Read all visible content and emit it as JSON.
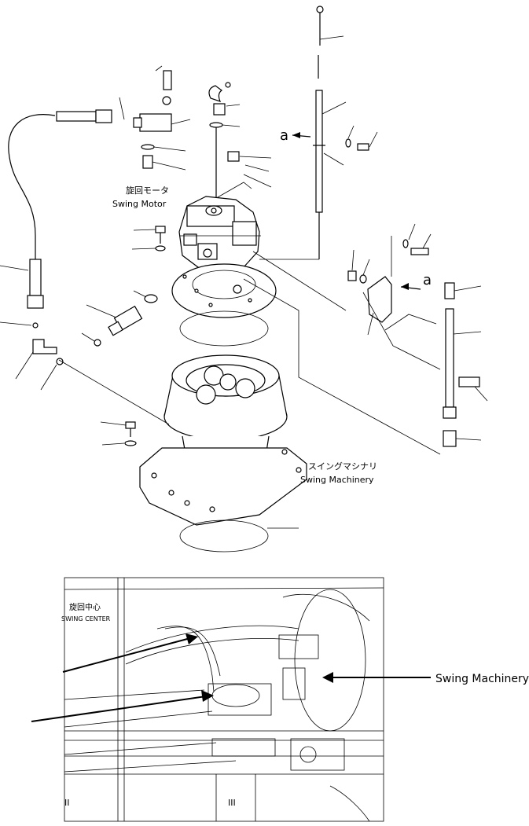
{
  "labels": {
    "swing_motor_jp": "旋回モータ",
    "swing_motor_en": "Swing Motor",
    "swing_machinery_jp": "スイングマシナリ",
    "swing_machinery_en": "Swing Machinery",
    "callout_swing_machinery": "Swing Machinery",
    "section_marker_1": "a",
    "section_marker_2": "a",
    "swing_center_jp": "旋回中心",
    "swing_center_en": "SWING CENTER",
    "roman_left": "II",
    "roman_right": "III"
  }
}
